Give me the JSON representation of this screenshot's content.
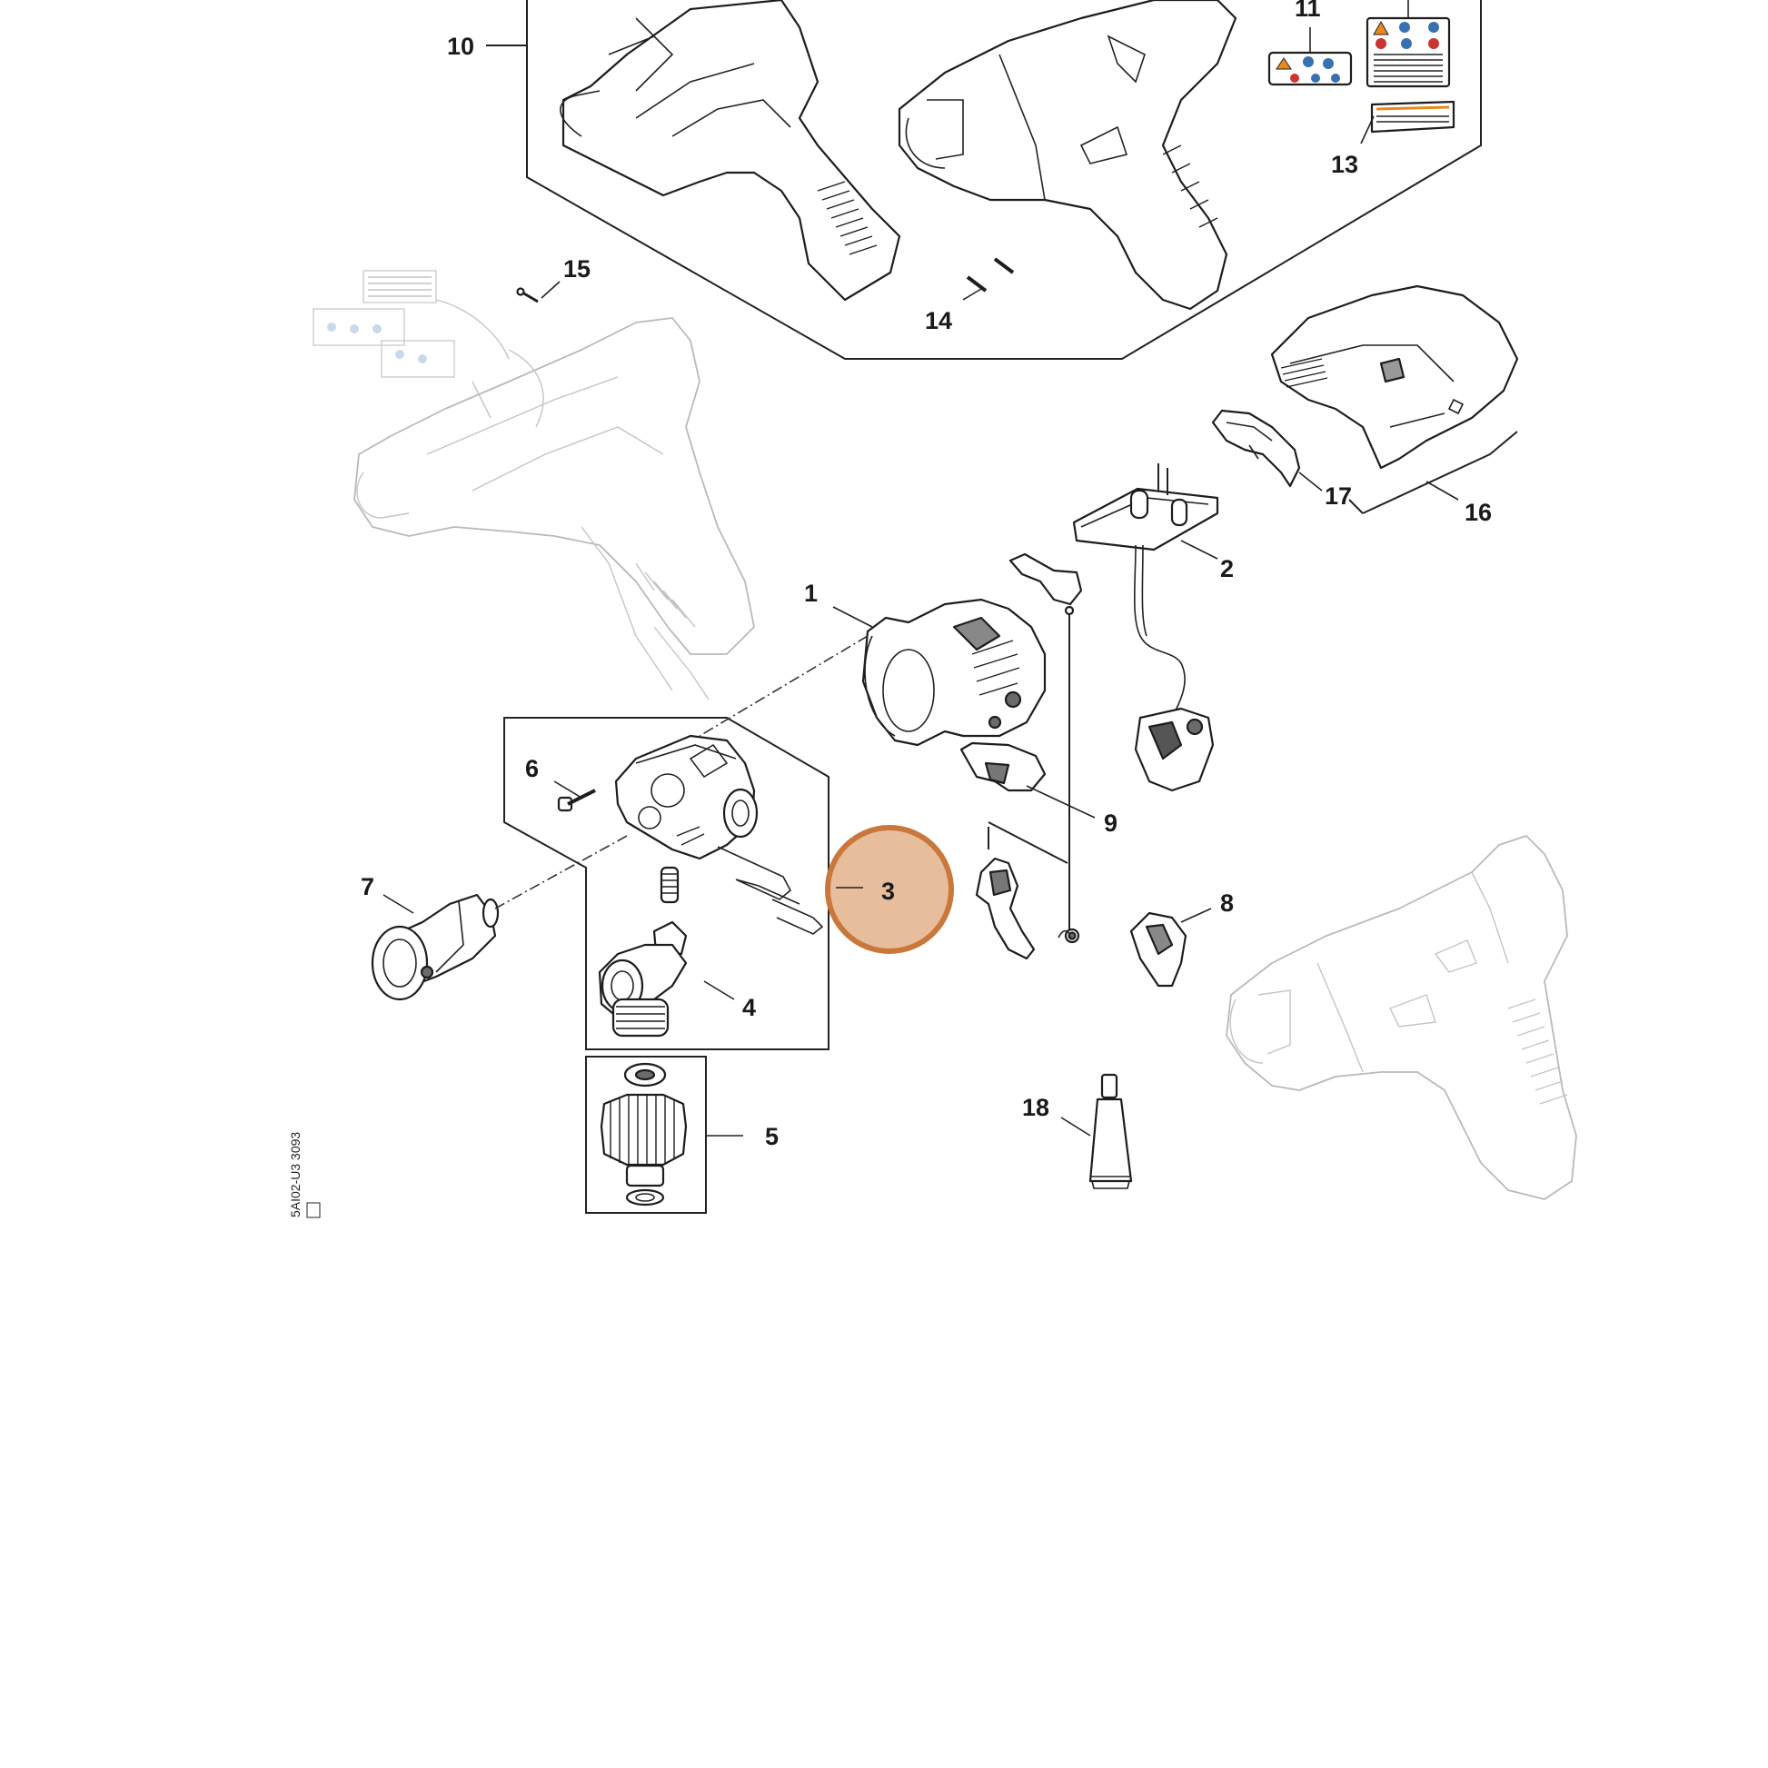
{
  "callouts": [
    {
      "id": "1",
      "label": "1"
    },
    {
      "id": "2",
      "label": "2"
    },
    {
      "id": "3",
      "label": "3"
    },
    {
      "id": "4",
      "label": "4"
    },
    {
      "id": "5",
      "label": "5"
    },
    {
      "id": "6",
      "label": "6"
    },
    {
      "id": "7",
      "label": "7"
    },
    {
      "id": "8",
      "label": "8"
    },
    {
      "id": "9",
      "label": "9"
    },
    {
      "id": "10",
      "label": "10"
    },
    {
      "id": "11",
      "label": "11"
    },
    {
      "id": "13",
      "label": "13"
    },
    {
      "id": "14",
      "label": "14"
    },
    {
      "id": "15",
      "label": "15"
    },
    {
      "id": "16",
      "label": "16"
    },
    {
      "id": "17",
      "label": "17"
    },
    {
      "id": "18",
      "label": "18"
    }
  ],
  "highlight": {
    "label": "3",
    "color": "#e7bd9c",
    "ring_color": "#c9773a"
  },
  "colors": {
    "line": "#222222",
    "ghost": "#b9b9b9",
    "label_blue": "#3a6fb0",
    "label_red": "#cc3333",
    "label_orange": "#e88a1a"
  }
}
